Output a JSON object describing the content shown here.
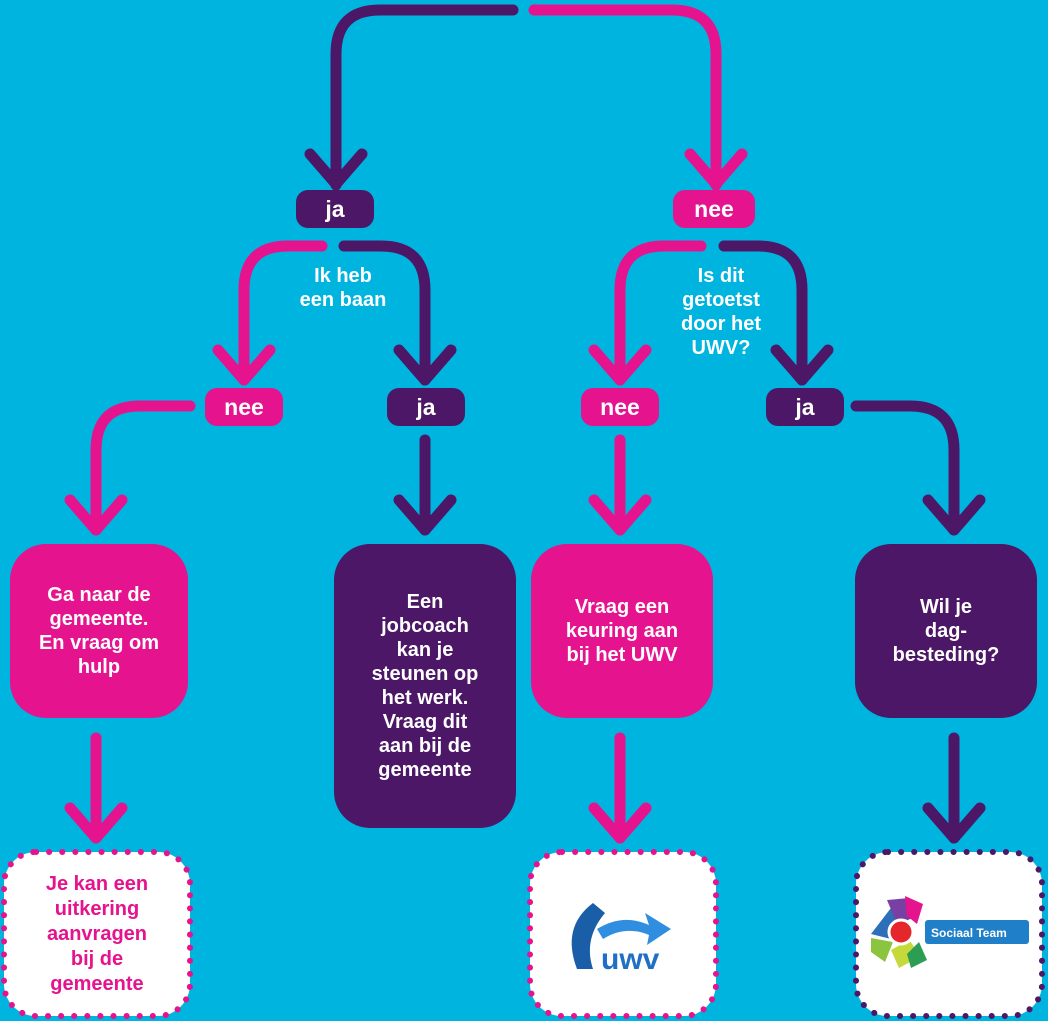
{
  "colors": {
    "background": "#00b4e0",
    "pink": "#e5138d",
    "purple": "#4c1766",
    "white": "#ffffff"
  },
  "top_answers": {
    "left": "ja",
    "right": "nee"
  },
  "left_question": "Ik heb\neen baan",
  "right_question": "Is dit\ngetoetst\ndoor het\nUWV?",
  "left_answers": {
    "no": "nee",
    "yes": "ja"
  },
  "right_answers": {
    "no": "nee",
    "yes": "ja"
  },
  "outcomes": {
    "go_to_municipality": "Ga naar de\ngemeente.\nEn vraag om\nhulp",
    "jobcoach": "Een\njobcoach\nkan je\nsteunen op\nhet werk.\nVraag dit\naan bij de\ngemeente",
    "request_assessment": "Vraag een\nkeuring aan\nbij het UWV",
    "day_activities": "Wil je\ndag-\nbesteding?"
  },
  "endpoints": {
    "benefit": "Je kan een\nuitkering\naanvragen\nbij de\ngemeente",
    "uwv_logo_text": "uwv",
    "sociaal_team_logo_text": "Sociaal Team"
  },
  "icons": [
    "arrow-down-icon",
    "uwv-logo",
    "sociaal-team-logo"
  ]
}
